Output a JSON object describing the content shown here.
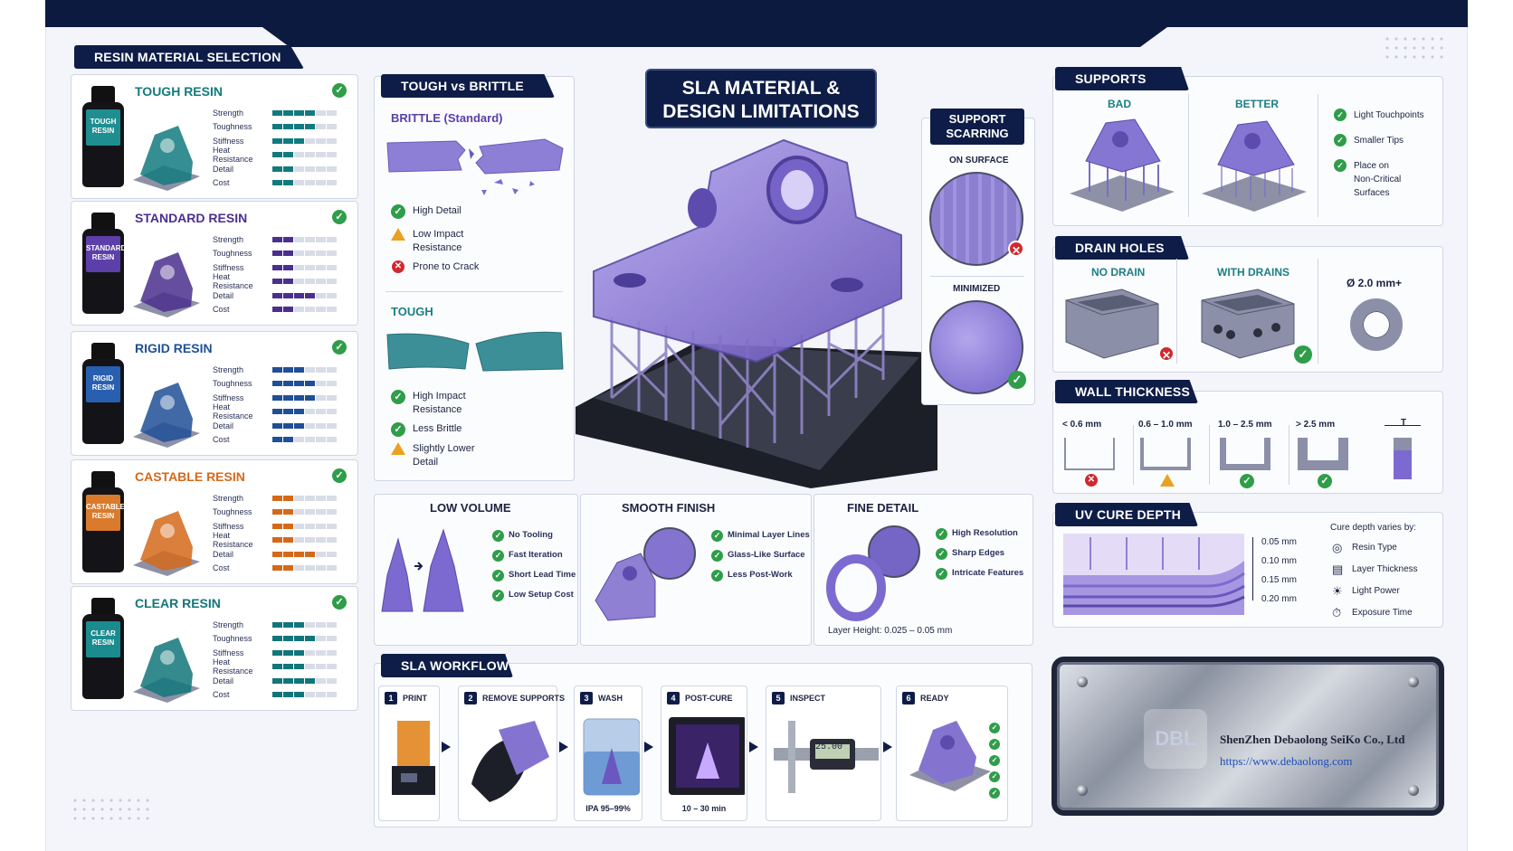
{
  "title_lines": [
    "SLA MATERIAL &",
    "DESIGN LIMITATIONS"
  ],
  "resin_section": {
    "title": "RESIN MATERIAL SELECTION",
    "stat_labels": [
      "Strength",
      "Toughness",
      "Stiffness",
      "Heat Resistance",
      "Detail",
      "Cost"
    ],
    "resins": [
      {
        "name": "TOUGH RESIN",
        "label": "TOUGH RESIN",
        "color": "#127a7e",
        "label_color": "#1f8e91",
        "ratings": [
          4,
          4,
          3,
          2,
          2,
          2
        ]
      },
      {
        "name": "STANDARD RESIN",
        "label": "STANDARD RESIN",
        "color": "#4b2f8e",
        "label_color": "#5c3fa8",
        "ratings": [
          2,
          2,
          2,
          2,
          4,
          2
        ]
      },
      {
        "name": "RIGID RESIN",
        "label": "RIGID RESIN",
        "color": "#1f4f96",
        "label_color": "#285fb1",
        "ratings": [
          3,
          4,
          4,
          3,
          3,
          2
        ]
      },
      {
        "name": "CASTABLE RESIN",
        "label": "CASTABLE RESIN",
        "color": "#d4691a",
        "label_color": "#d97a2c",
        "ratings": [
          2,
          2,
          2,
          2,
          4,
          2
        ]
      },
      {
        "name": "CLEAR RESIN",
        "label": "CLEAR RESIN",
        "color": "#12757a",
        "label_color": "#1a8b8f",
        "ratings": [
          3,
          4,
          3,
          3,
          4,
          3
        ]
      }
    ]
  },
  "tough_vs_brittle": {
    "title": "TOUGH vs BRITTLE",
    "brittle_title": "BRITTLE (Standard)",
    "brittle_points": [
      {
        "text": "High Detail",
        "status": "ok"
      },
      {
        "text": "Low Impact\nResistance",
        "status": "warn"
      },
      {
        "text": "Prone to Crack",
        "status": "bad"
      }
    ],
    "tough_title": "TOUGH",
    "tough_points": [
      {
        "text": "High Impact\nResistance",
        "status": "ok"
      },
      {
        "text": "Less Brittle",
        "status": "ok"
      },
      {
        "text": "Slightly Lower\nDetail",
        "status": "warn"
      }
    ]
  },
  "support_scarring": {
    "title_lines": [
      "SUPPORT",
      "SCARRING"
    ],
    "on_surface": "ON SURFACE",
    "minimized": "MINIMIZED"
  },
  "supports": {
    "title": "SUPPORTS",
    "bad": "BAD",
    "better": "BETTER",
    "tips": [
      "Light Touchpoints",
      "Smaller Tips",
      "Place on\nNon-Critical\nSurfaces"
    ]
  },
  "drain_holes": {
    "title": "DRAIN HOLES",
    "no_drain": "NO DRAIN",
    "with_drains": "WITH DRAINS",
    "diameter": "Ø 2.0 mm+"
  },
  "wall_thickness": {
    "title": "WALL THICKNESS",
    "ranges": [
      {
        "label": "< 0.6 mm",
        "status": "bad"
      },
      {
        "label": "0.6 – 1.0 mm",
        "status": "warn"
      },
      {
        "label": "1.0 – 2.5 mm",
        "status": "ok"
      },
      {
        "label": "> 2.5 mm",
        "status": "ok"
      }
    ],
    "t_label": "T"
  },
  "uv_cure": {
    "title": "UV CURE DEPTH",
    "depths": [
      "0.05 mm",
      "0.10 mm",
      "0.15 mm",
      "0.20 mm"
    ],
    "varies_title": "Cure depth varies by:",
    "factors": [
      "Resin Type",
      "Layer Thickness",
      "Light Power",
      "Exposure Time"
    ]
  },
  "benefits": [
    {
      "title": "LOW VOLUME",
      "points": [
        "No Tooling",
        "Fast Iteration",
        "Short Lead Time",
        "Low Setup Cost"
      ]
    },
    {
      "title": "SMOOTH FINISH",
      "points": [
        "Minimal Layer Lines",
        "Glass-Like Surface",
        "Less Post-Work"
      ]
    },
    {
      "title": "FINE DETAIL",
      "points": [
        "High Resolution",
        "Sharp Edges",
        "Intricate Features"
      ],
      "note": "Layer Height: 0.025 – 0.05 mm"
    }
  ],
  "workflow": {
    "title": "SLA WORKFLOW",
    "steps": [
      {
        "num": "1",
        "name": "PRINT",
        "note": ""
      },
      {
        "num": "2",
        "name": "REMOVE SUPPORTS",
        "note": ""
      },
      {
        "num": "3",
        "name": "WASH",
        "note": "IPA 95–99%"
      },
      {
        "num": "4",
        "name": "POST-CURE",
        "note": "10 – 30 min"
      },
      {
        "num": "5",
        "name": "INSPECT",
        "note": ""
      },
      {
        "num": "6",
        "name": "READY",
        "note": ""
      }
    ],
    "caliper_reading": "25.00"
  },
  "company": {
    "name": "ShenZhen Debaolong SeiKo Co., Ltd",
    "url": "https://www.debaolong.com",
    "logo_text": "DBL"
  },
  "colors": {
    "navy": "#0e1d47",
    "ok": "#2f9d49",
    "bad": "#d2282d",
    "warn": "#e9a21f",
    "purple": "#7d6ad0"
  }
}
